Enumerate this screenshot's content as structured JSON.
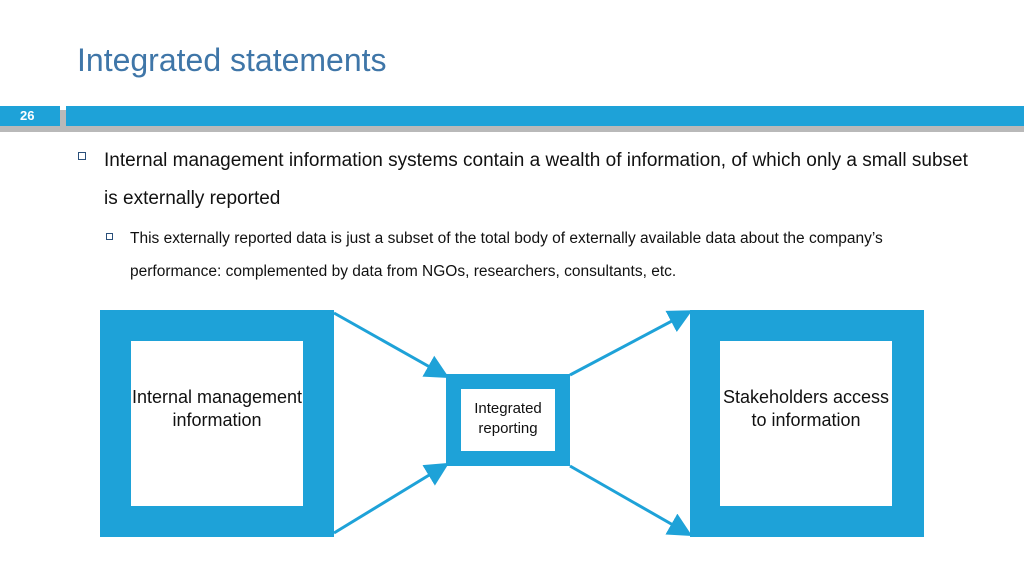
{
  "slide": {
    "title": "Integrated statements",
    "number": "26"
  },
  "bullets": {
    "level1": "Internal management information systems contain a wealth of information, of which only a small subset is externally reported",
    "level2": "This externally reported data is just a subset of the total body of externally available data about the company’s performance: complemented by data from NGOs, researchers, consultants, etc."
  },
  "diagram": {
    "left_box": "Internal management information",
    "middle_box": "Integrated reporting",
    "right_box": "Stakeholders access to information"
  },
  "colors": {
    "accent": "#1ea2d8",
    "title": "#3f76a8",
    "bullet_mark": "#2a4f7a"
  }
}
